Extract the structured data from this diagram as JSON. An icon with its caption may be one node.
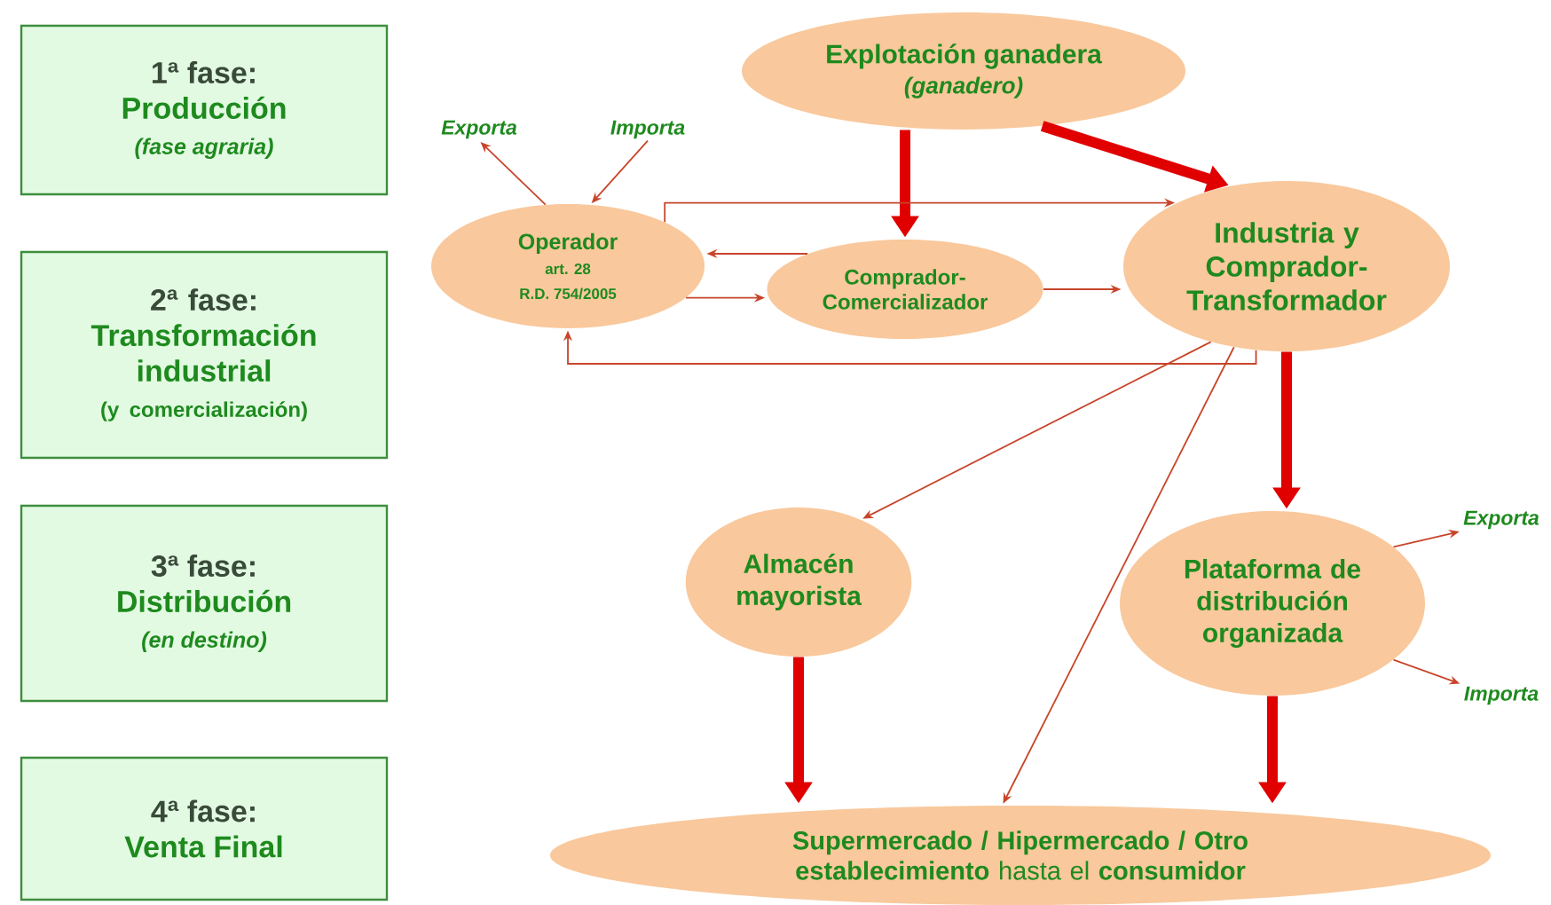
{
  "diagram": {
    "nodes": [
      {
        "text": [
          "1ª fase:",
          "Producción",
          "(fase agraria)"
        ]
      },
      {
        "text": [
          "2ª fase:",
          "Transformación industrial",
          "(y comercialización)"
        ]
      },
      {
        "text": [
          "3ª fase:",
          "Distribución",
          "(en destino)"
        ]
      },
      {
        "text": [
          "4ª fase:",
          "Venta Final"
        ]
      },
      {
        "text": [
          "Explotación ganadera",
          "(ganadero)"
        ]
      },
      {
        "text": [
          "Operador",
          "art. 28",
          "R.D. 754/2005"
        ]
      },
      {
        "text": [
          "Comprador- Comercializador"
        ]
      },
      {
        "text": [
          "Industria y Comprador- Transformador"
        ]
      },
      {
        "text": [
          "Almacén mayorista"
        ]
      },
      {
        "text": [
          "Plataforma de distribución organizada"
        ]
      },
      {
        "text": [
          "**Supermercado / Hipermercado / Otro establecimiento** hasta el **consumidor**"
        ]
      },
      {
        "text": [
          "Exporta"
        ]
      },
      {
        "text": [
          "Importa"
        ]
      },
      {
        "text": [
          "Exporta"
        ]
      },
      {
        "text": [
          "Importa"
        ]
      }
    ],
    "edges": [
      {
        "from": 4,
        "to": 6,
        "arrow": "to",
        "style": "thick",
        "color": "#e00000"
      },
      {
        "from": 4,
        "to": 7,
        "arrow": "to",
        "style": "thick",
        "color": "#e00000"
      },
      {
        "from": 7,
        "to": 9,
        "arrow": "to",
        "style": "thick",
        "color": "#e00000"
      },
      {
        "from": 8,
        "to": 10,
        "arrow": "to",
        "style": "thick",
        "color": "#e00000"
      },
      {
        "from": 9,
        "to": 10,
        "arrow": "to",
        "style": "thick",
        "color": "#e00000"
      },
      {
        "from": 5,
        "to": 11,
        "arrow": "to"
      },
      {
        "from": 12,
        "to": 5,
        "arrow": "to"
      },
      {
        "from": 5,
        "to": 7,
        "arrow": "to"
      },
      {
        "from": 6,
        "to": 5,
        "arrow": "to"
      },
      {
        "from": 5,
        "to": 6,
        "arrow": "to"
      },
      {
        "from": 6,
        "to": 7,
        "arrow": "to"
      },
      {
        "from": 7,
        "to": 5,
        "arrow": "to"
      },
      {
        "from": 7,
        "to": 8,
        "arrow": "to"
      },
      {
        "from": 7,
        "to": 10,
        "arrow": "to"
      },
      {
        "from": 9,
        "to": 13,
        "arrow": "to"
      },
      {
        "from": 9,
        "to": 14,
        "arrow": "to"
      }
    ]
  }
}
